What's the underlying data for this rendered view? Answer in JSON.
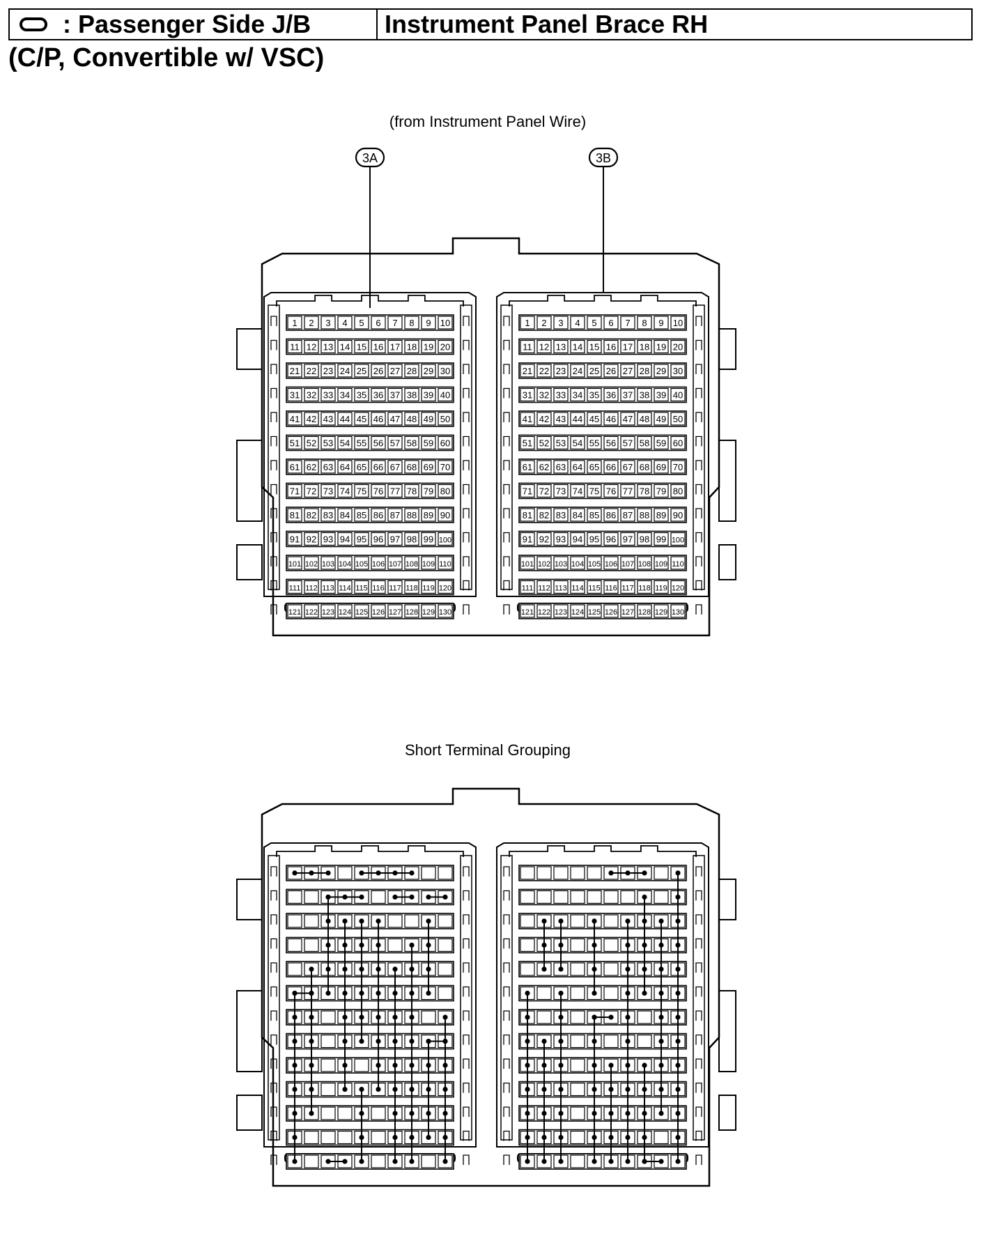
{
  "header": {
    "connector_symbol": "oval-icon",
    "left_label": ": Passenger Side J/B",
    "right_label": "Instrument Panel Brace RH"
  },
  "subtitle": "(C/P, Convertible w/ VSC)",
  "top_view": {
    "caption": "(from Instrument Panel Wire)",
    "connectors": [
      {
        "id": "3A"
      },
      {
        "id": "3B"
      }
    ],
    "terminal_rows": 13,
    "terminal_cols": 10
  },
  "bottom_view": {
    "caption": "Short Terminal Grouping",
    "connectors": [
      {
        "id": "3A",
        "vertical_links": [
          [
            1,
            6,
            13
          ],
          [
            2,
            5,
            11
          ],
          [
            3,
            2,
            6
          ],
          [
            4,
            3,
            10
          ],
          [
            5,
            3,
            8
          ],
          [
            5,
            10,
            13
          ],
          [
            6,
            3,
            10
          ],
          [
            7,
            5,
            13
          ],
          [
            8,
            4,
            13
          ],
          [
            9,
            3,
            6
          ],
          [
            9,
            8,
            12
          ],
          [
            10,
            7,
            13
          ]
        ],
        "horizontal_links": [
          [
            1,
            1,
            3
          ],
          [
            1,
            5,
            8
          ],
          [
            2,
            3,
            5
          ],
          [
            2,
            7,
            8
          ],
          [
            2,
            9,
            10
          ],
          [
            6,
            1,
            2
          ],
          [
            8,
            9,
            10
          ],
          [
            13,
            3,
            4
          ]
        ]
      },
      {
        "id": "3B",
        "vertical_links": [
          [
            1,
            6,
            13
          ],
          [
            2,
            3,
            5
          ],
          [
            2,
            8,
            13
          ],
          [
            3,
            3,
            5
          ],
          [
            3,
            6,
            13
          ],
          [
            5,
            3,
            6
          ],
          [
            5,
            7,
            13
          ],
          [
            6,
            9,
            13
          ],
          [
            7,
            3,
            13
          ],
          [
            8,
            2,
            6
          ],
          [
            8,
            9,
            13
          ],
          [
            9,
            3,
            11
          ],
          [
            10,
            1,
            13
          ]
        ],
        "horizontal_links": [
          [
            1,
            6,
            8
          ],
          [
            7,
            5,
            6
          ],
          [
            13,
            8,
            9
          ]
        ]
      }
    ]
  }
}
